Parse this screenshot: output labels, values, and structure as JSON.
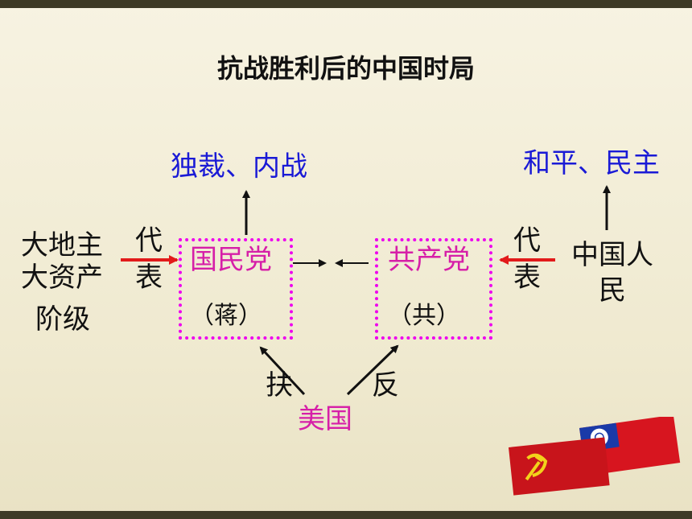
{
  "title": "抗战胜利后的中国时局",
  "kmt": {
    "outcome": "独裁、内战",
    "party": "国民党",
    "leader": "（蒋）",
    "class_line1": "大地主",
    "class_line2": "大资产",
    "class_line3": "阶级",
    "rep_char1": "代",
    "rep_char2": "表"
  },
  "cpc": {
    "outcome": "和平、民主",
    "party": "共产党",
    "leader": "（共）",
    "people_line1": "中国人",
    "people_line2": "民",
    "rep_char1": "代",
    "rep_char2": "表"
  },
  "usa": {
    "name": "美国",
    "support": "扶",
    "oppose": "反"
  }
}
